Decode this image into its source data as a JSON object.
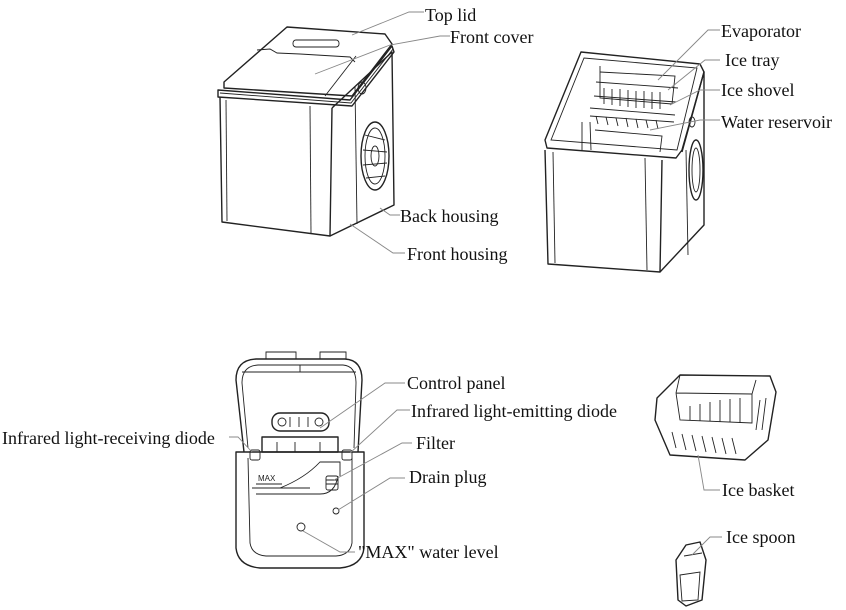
{
  "figures": {
    "closed_unit": {
      "labels": [
        "Top lid",
        "Front cover",
        "Back housing",
        "Front housing"
      ]
    },
    "open_unit": {
      "labels": [
        "Evaporator",
        "Ice tray",
        "Ice shovel",
        "Water reservoir"
      ]
    },
    "front_open_view": {
      "labels": [
        "Control panel",
        "Infrared light-emitting diode",
        "Infrared light-receiving diode",
        "Filter",
        "Drain plug",
        "\"MAX\" water level"
      ],
      "max_marking": "MAX"
    },
    "accessories": {
      "labels": [
        "Ice basket",
        "Ice spoon"
      ]
    }
  }
}
